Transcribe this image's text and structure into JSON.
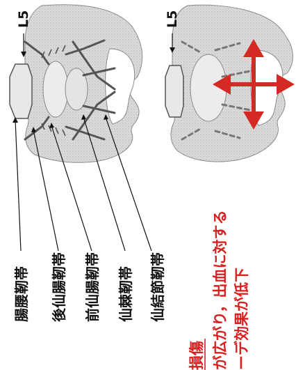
{
  "figure": {
    "left_pelvis": {
      "vertebra_label": "L5"
    },
    "right_pelvis": {
      "vertebra_label": "L5"
    },
    "ligaments": [
      "腸腰靭帯",
      "後仙腸靭帯",
      "前仙腸靭帯",
      "仙棘靭帯",
      "仙結節靭帯"
    ],
    "note_heading": "損傷",
    "note_lines": [
      "が広がり，出血に対する",
      "ーデ効果が低下"
    ]
  },
  "colors": {
    "bone": "#d6d6d6",
    "bone_outline": "#8a8a8a",
    "ligament": "#555555",
    "arrow": "#d42a24",
    "note_text": "#d8201f"
  }
}
